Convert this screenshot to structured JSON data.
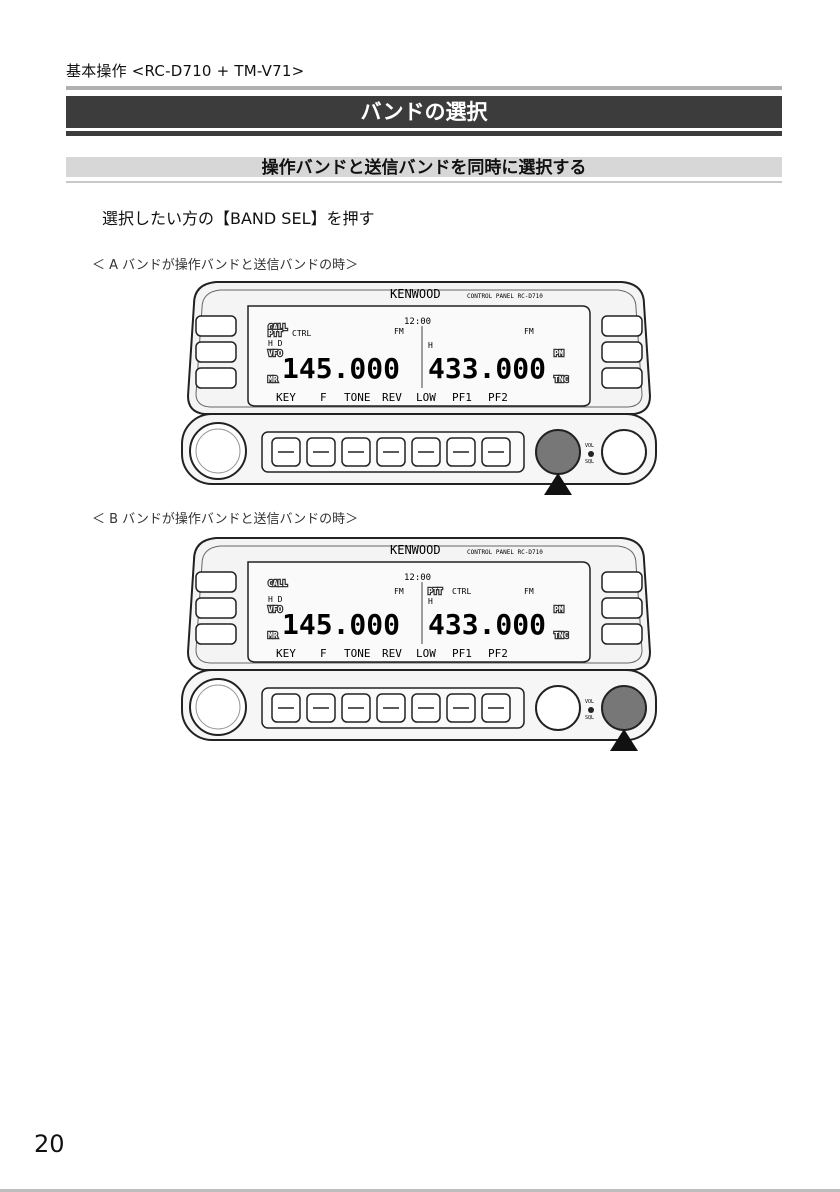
{
  "header": {
    "section": "基本操作 <RC-D710 + TM-V71>"
  },
  "title": "バンドの選択",
  "subtitle": "操作バンドと送信バンドを同時に選択する",
  "instruction": "選択したい方の【BAND SEL】を押す",
  "panels": [
    {
      "caption": "＜ A バンドが操作バンドと送信バンドの時＞",
      "active_band": "A",
      "brand": "KENWOOD",
      "model": "CONTROL PANEL  RC-D710",
      "clock": "12:00",
      "left_icons": [
        "CALL",
        "VFO",
        "MR"
      ],
      "right_icons": [
        "PM",
        "TNC"
      ],
      "ptt": "PTT",
      "ctrl": "CTRL",
      "band_a": {
        "mode": "FM",
        "power": "H D",
        "freq": "145.000"
      },
      "band_b": {
        "mode": "FM",
        "power": "H",
        "freq": "433.000"
      },
      "softkeys": [
        "KEY",
        "F",
        "TONE",
        "REV",
        "LOW",
        "PF1",
        "PF2"
      ],
      "knob_labels": [
        "VOL",
        "SQL"
      ]
    },
    {
      "caption": "＜ B バンドが操作バンドと送信バンドの時＞",
      "active_band": "B",
      "brand": "KENWOOD",
      "model": "CONTROL PANEL  RC-D710",
      "clock": "12:00",
      "left_icons": [
        "CALL",
        "VFO",
        "MR"
      ],
      "right_icons": [
        "PM",
        "TNC"
      ],
      "ptt": "PTT",
      "ctrl": "CTRL",
      "band_a": {
        "mode": "FM",
        "power": "H D",
        "freq": "145.000"
      },
      "band_b": {
        "mode": "FM",
        "power": "H",
        "freq": "433.000"
      },
      "softkeys": [
        "KEY",
        "F",
        "TONE",
        "REV",
        "LOW",
        "PF1",
        "PF2"
      ],
      "knob_labels": [
        "VOL",
        "SQL"
      ]
    }
  ],
  "page_number": "20"
}
